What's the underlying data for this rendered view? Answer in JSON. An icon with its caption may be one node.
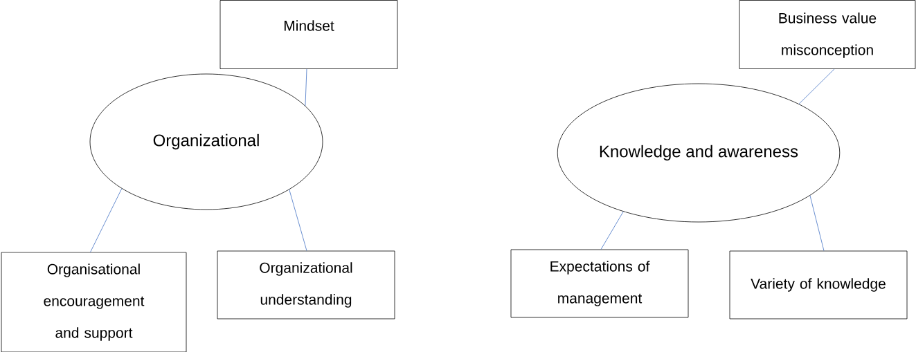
{
  "diagram": {
    "nodes": [
      {
        "text": [
          "Mindset"
        ]
      },
      {
        "text": [
          "Organizational"
        ]
      },
      {
        "text": [
          "Organisational encouragement and support"
        ]
      },
      {
        "text": [
          "Organizational understanding"
        ]
      },
      {
        "text": [
          "Business value misconception"
        ]
      },
      {
        "text": [
          "Knowledge and awareness"
        ]
      },
      {
        "text": [
          "Expectations of management"
        ]
      },
      {
        "text": [
          "Variety of knowledge"
        ]
      }
    ],
    "edges": [
      {
        "from": 1,
        "to": 0,
        "arrow": "none"
      },
      {
        "from": 1,
        "to": 2,
        "arrow": "none"
      },
      {
        "from": 1,
        "to": 3,
        "arrow": "none"
      },
      {
        "from": 5,
        "to": 4,
        "arrow": "none"
      },
      {
        "from": 5,
        "to": 6,
        "arrow": "none"
      },
      {
        "from": 5,
        "to": 7,
        "arrow": "none"
      }
    ]
  }
}
